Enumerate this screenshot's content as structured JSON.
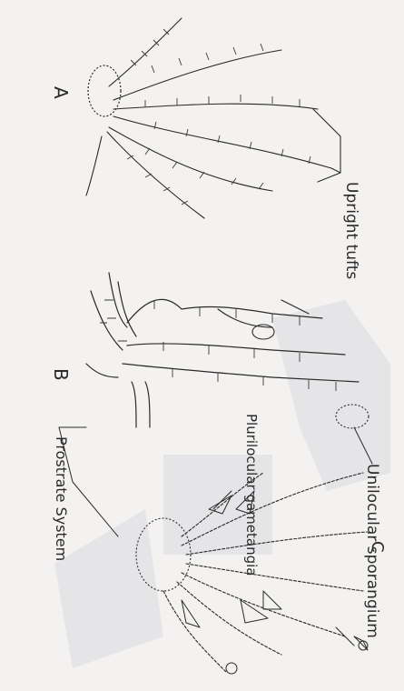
{
  "panels": {
    "a": {
      "letter": "A",
      "label": "Upright tufts"
    },
    "b": {
      "letter": "B",
      "label_unilocular": "Unilocular sporangium",
      "label_plurilocular": "Plurilocular gametangia"
    },
    "c": {
      "letter": "C",
      "label_prostrate": "Prostrate System"
    }
  },
  "colors": {
    "ink": "#2a2a2a",
    "paper": "#f3f2f0",
    "watermark": "#d9d9de"
  }
}
